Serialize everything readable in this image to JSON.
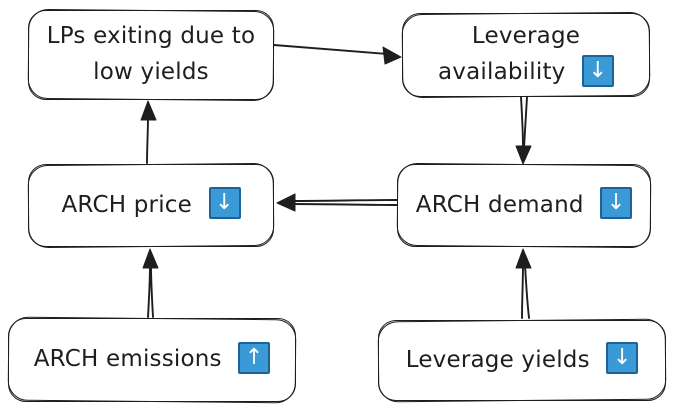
{
  "diagram": {
    "style": "hand-drawn flowchart",
    "colors": {
      "bg": "#ffffff",
      "stroke": "#1e1e1e",
      "icon-fill": "#3b9ad6",
      "icon-border": "#1d6398",
      "icon-glyph": "#ffffff"
    },
    "indicators": {
      "down": "↓",
      "up": "↑"
    },
    "nodes": [
      {
        "id": "lps-exiting",
        "label": "LPs exiting due to low yields",
        "indicator": null
      },
      {
        "id": "leverage-availability",
        "label": "Leverage availability",
        "indicator": "down"
      },
      {
        "id": "arch-price",
        "label": "ARCH price",
        "indicator": "down"
      },
      {
        "id": "arch-demand",
        "label": "ARCH demand",
        "indicator": "down"
      },
      {
        "id": "arch-emissions",
        "label": "ARCH emissions",
        "indicator": "up"
      },
      {
        "id": "leverage-yields",
        "label": "Leverage yields",
        "indicator": "down"
      }
    ],
    "edges": [
      {
        "from": "lps-exiting",
        "to": "leverage-availability"
      },
      {
        "from": "leverage-availability",
        "to": "arch-demand"
      },
      {
        "from": "arch-demand",
        "to": "arch-price"
      },
      {
        "from": "arch-price",
        "to": "lps-exiting"
      },
      {
        "from": "arch-emissions",
        "to": "arch-price"
      },
      {
        "from": "leverage-yields",
        "to": "arch-demand"
      }
    ]
  }
}
